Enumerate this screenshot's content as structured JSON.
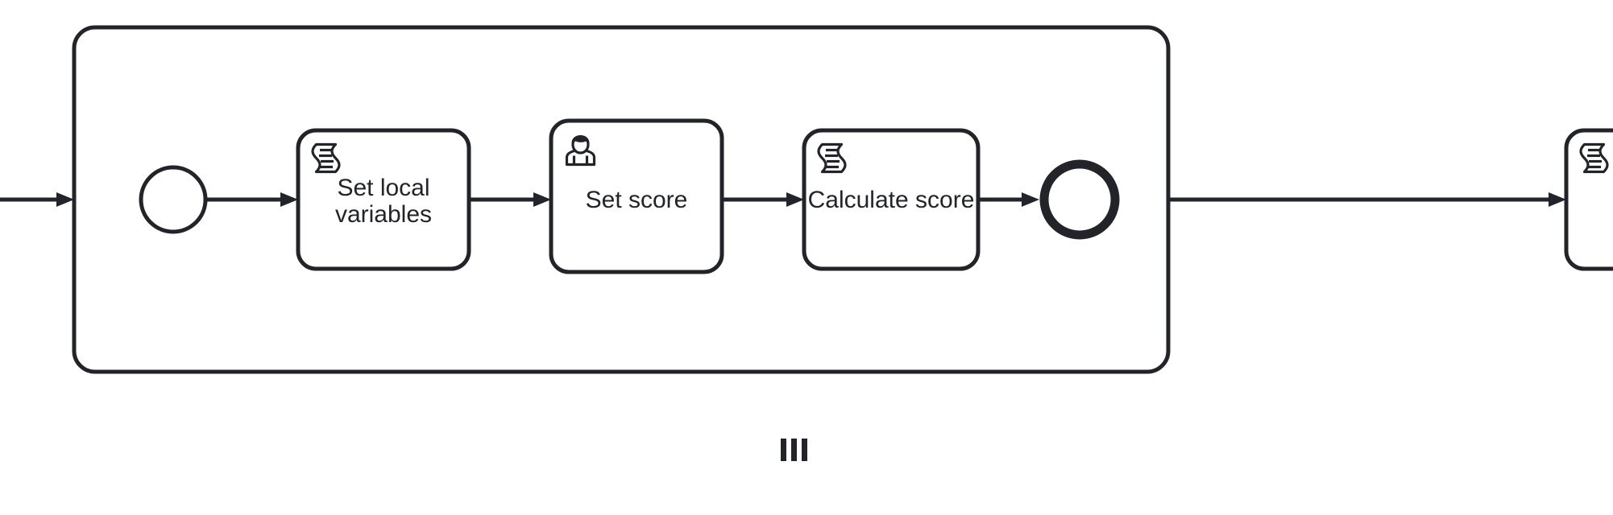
{
  "diagram": {
    "type": "bpmn-process",
    "notation": "BPMN 2.0",
    "background_color": "#ffffff",
    "stroke_color": "#22242A",
    "fill_color": "#ffffff"
  },
  "subprocess": {
    "name": "",
    "marker": "parallel-multi-instance",
    "marker_icon": "three-vertical-bars",
    "expanded": true
  },
  "elements": {
    "start_event": {
      "label": "",
      "icon": "start-event-icon",
      "type": "start-event"
    },
    "tasks": [
      {
        "label_lines": [
          "Set local",
          "variables"
        ],
        "label": "Set local variables",
        "type": "script-task",
        "icon": "script-icon"
      },
      {
        "label_lines": [
          "Set score"
        ],
        "label": "Set score",
        "type": "user-task",
        "icon": "user-icon"
      },
      {
        "label_lines": [
          "Calculate score"
        ],
        "label": "Calculate score",
        "type": "script-task",
        "icon": "script-icon"
      }
    ],
    "end_event": {
      "label": "",
      "icon": "end-event-icon",
      "type": "end-event"
    },
    "next_task": {
      "label": "",
      "type": "script-task",
      "icon": "script-icon",
      "clipped": true
    }
  },
  "flows": [
    {
      "name": "incoming-flow",
      "label": ""
    },
    {
      "name": "start-to-set-local-variables",
      "label": ""
    },
    {
      "name": "set-local-variables-to-set-score",
      "label": ""
    },
    {
      "name": "set-score-to-calculate-score",
      "label": ""
    },
    {
      "name": "calculate-score-to-end",
      "label": ""
    },
    {
      "name": "outgoing-flow",
      "label": ""
    }
  ]
}
